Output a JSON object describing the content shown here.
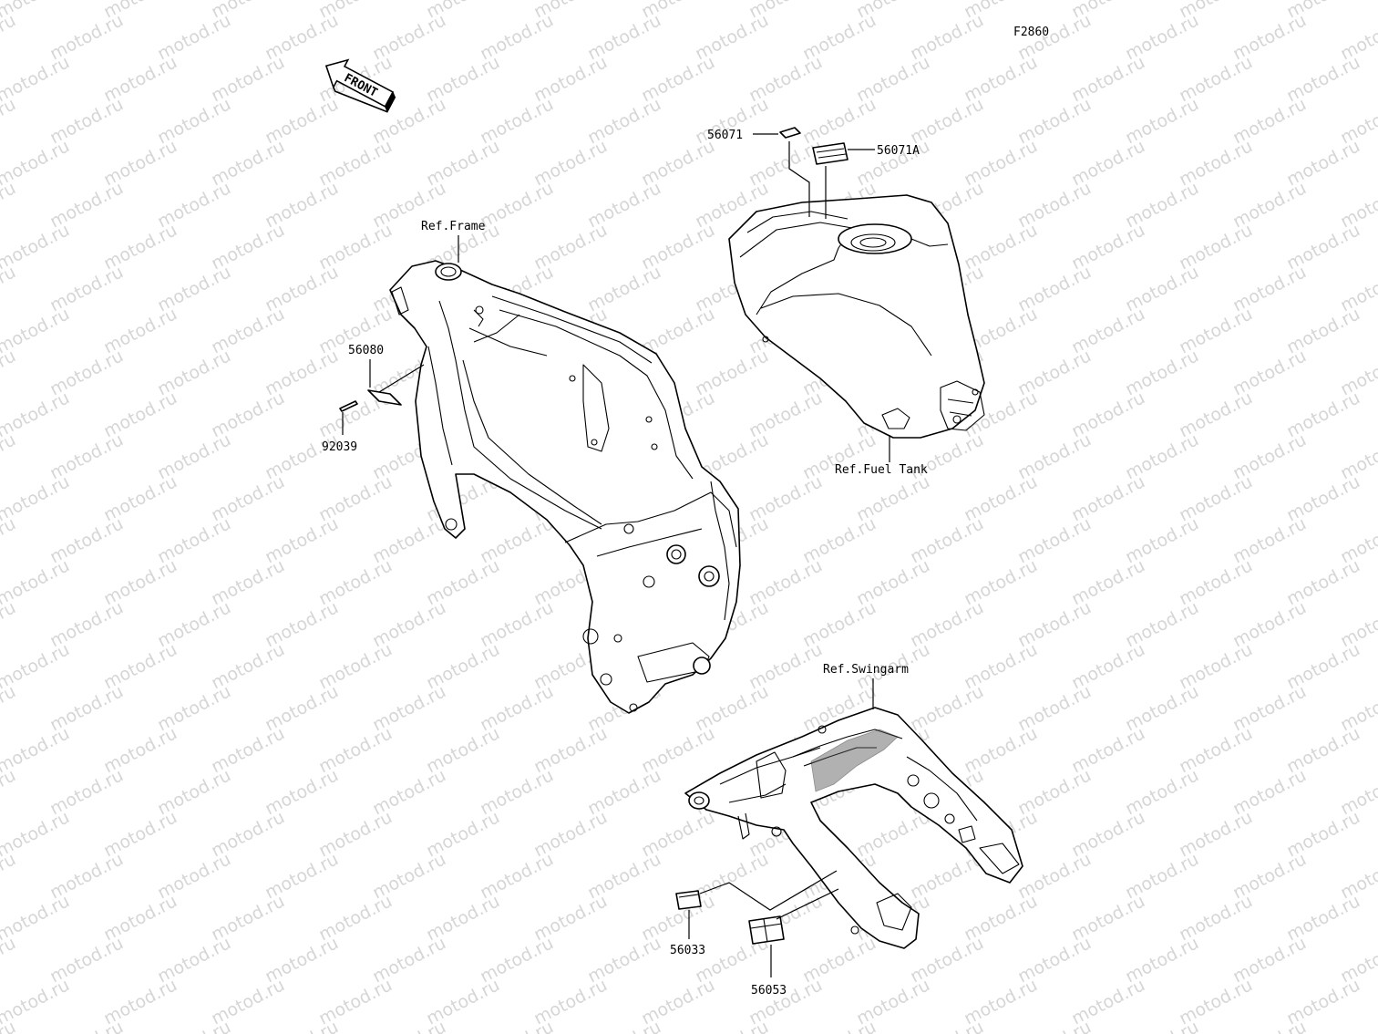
{
  "diagram": {
    "code": "F2860",
    "front_label": "FRONT",
    "watermark": "motod.ru",
    "references": {
      "frame": "Ref.Frame",
      "fuel_tank": "Ref.Fuel Tank",
      "swingarm": "Ref.Swingarm"
    },
    "parts": {
      "p56071": "56071",
      "p56071a": "56071A",
      "p56080": "56080",
      "p92039": "92039",
      "p56033": "56033",
      "p56053": "56053"
    }
  }
}
